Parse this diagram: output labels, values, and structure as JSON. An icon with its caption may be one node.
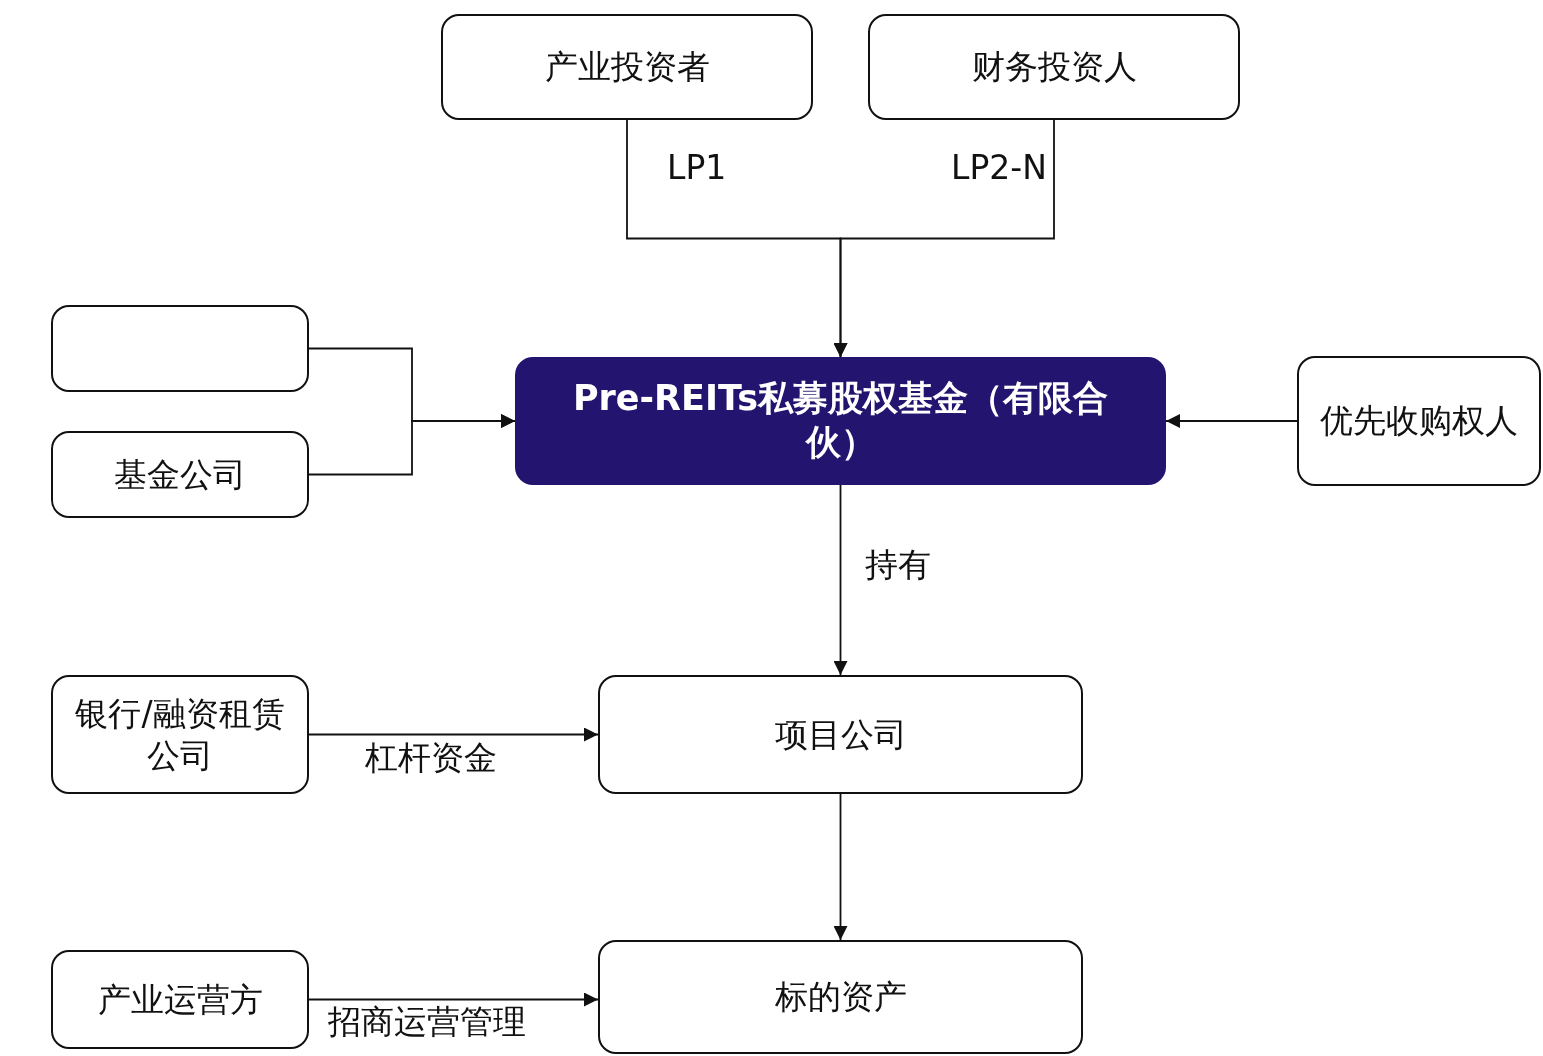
{
  "diagram": {
    "nodes": [
      {
        "text": [
          "产业投资者"
        ]
      },
      {
        "text": [
          "财务投资人"
        ]
      },
      {
        "text": [],
        "shape": "box"
      },
      {
        "text": [
          "基金公司"
        ]
      },
      {
        "text": [
          "Pre-REITs私募股权基金（有限合伙）"
        ]
      },
      {
        "text": [
          "优先收购权人"
        ]
      },
      {
        "text": [
          "银行/融资租赁公司"
        ]
      },
      {
        "text": [
          "项目公司"
        ]
      },
      {
        "text": [
          "产业运营方"
        ]
      },
      {
        "text": [
          "标的资产"
        ]
      }
    ],
    "edges": [
      {
        "from": 0,
        "to": 4,
        "arrow": "to",
        "label": "LP1"
      },
      {
        "from": 1,
        "to": 4,
        "arrow": "to",
        "label": "LP2-N"
      },
      {
        "from": 2,
        "to": 4,
        "arrow": "to"
      },
      {
        "from": 3,
        "to": 4,
        "arrow": "to"
      },
      {
        "from": 5,
        "to": 4,
        "arrow": "to"
      },
      {
        "from": 4,
        "to": 7,
        "arrow": "to",
        "label": "持有"
      },
      {
        "from": 6,
        "to": 7,
        "arrow": "to",
        "label": "杠杆资金"
      },
      {
        "from": 7,
        "to": 9,
        "arrow": "to"
      },
      {
        "from": 8,
        "to": 9,
        "arrow": "to",
        "label": "招商运营管理"
      }
    ]
  }
}
